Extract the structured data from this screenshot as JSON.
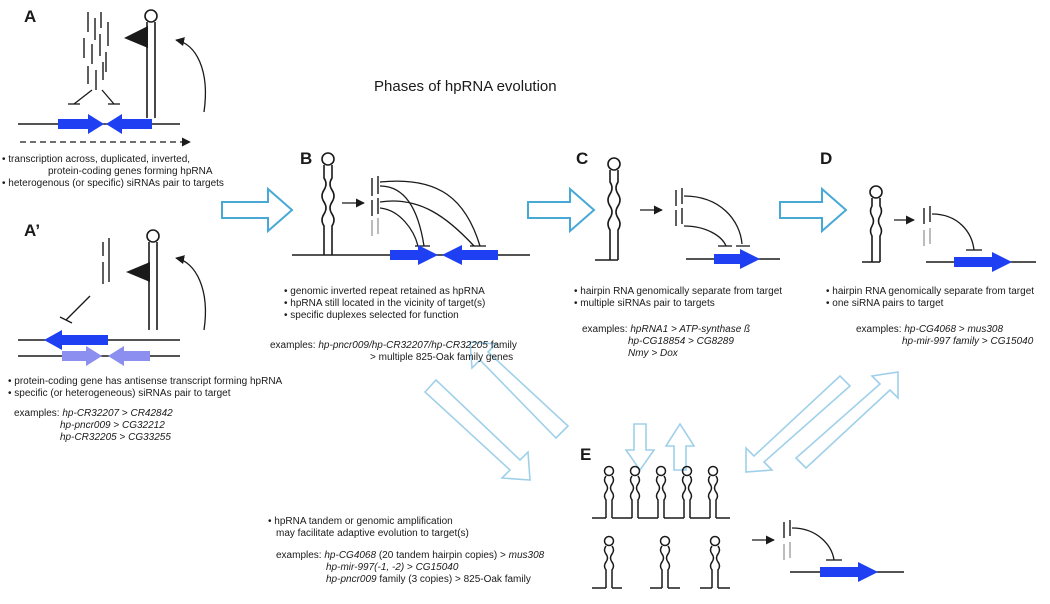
{
  "title": "Phases of hpRNA evolution",
  "colors": {
    "arrow_blue": "#1f3ff2",
    "arrow_light": "#8c8ef0",
    "phase_arrow": "#49a9d6",
    "line": "#1a1a1a",
    "gray": "#a0a0a0"
  },
  "panels": {
    "A": {
      "letter": "A",
      "bullets": [
        "• transcription across, duplicated, inverted,",
        "protein-coding genes forming hpRNA",
        "• heterogenous (or specific) siRNAs pair to targets"
      ]
    },
    "A_prime": {
      "letter": "A’",
      "bullets": [
        "• protein-coding gene has antisense transcript forming hpRNA",
        "• specific (or heterogeneous) siRNAs pair to target"
      ],
      "examples_label": "examples:",
      "examples": [
        {
          "name": "hp-CR32207",
          "sep": " > ",
          "target": "CR42842"
        },
        {
          "name": "hp-pncr009",
          "sep": " > ",
          "target": "CG32212"
        },
        {
          "name": "hp-CR32205",
          "sep": " > ",
          "target": "CG33255"
        }
      ]
    },
    "B": {
      "letter": "B",
      "bullets": [
        "• genomic inverted repeat retained as hpRNA",
        "• hpRNA still located in the vicinity of target(s)",
        "• specific duplexes selected for function"
      ],
      "examples_label": "examples:",
      "example_line1": "hp-pncr009/hp-CR32207/hp-CR32205",
      "example_line1_suffix": " family",
      "example_line2": "> multiple 825-Oak family genes"
    },
    "C": {
      "letter": "C",
      "bullets": [
        "• hairpin RNA genomically separate from target",
        "• multiple siRNAs pair to targets"
      ],
      "examples_label": "examples:",
      "examples": [
        {
          "name": "hpRNA1",
          "sep": " > ",
          "target": "ATP-synthase ß"
        },
        {
          "name": "hp-CG18854",
          "sep": " > ",
          "target": "CG8289"
        },
        {
          "name": "Nmy",
          "sep": " > ",
          "target": "Dox"
        }
      ]
    },
    "D": {
      "letter": "D",
      "bullets": [
        "• hairpin RNA genomically separate from target",
        "• one siRNA pairs to target"
      ],
      "examples_label": "examples:",
      "examples": [
        {
          "name": "hp-CG4068",
          "sep": " > ",
          "target": "mus308"
        },
        {
          "name": "hp-mir-997 family",
          "sep": " > ",
          "target": "CG15040"
        }
      ]
    },
    "E": {
      "letter": "E",
      "bullets": [
        "• hpRNA tandem or genomic amplification",
        "may facilitate adaptive evolution to target(s)"
      ],
      "examples_label": "examples:",
      "ex1_name": "hp-CG4068",
      "ex1_mid": " (20 tandem hairpin copies) > ",
      "ex1_target": "mus308",
      "ex2_name": "hp-mir-997(-1, -2)",
      "ex2_sep": " > ",
      "ex2_target": "CG15040",
      "ex3_name": "hp-pncr009",
      "ex3_rest": " family (3 copies) > 825-Oak family"
    }
  }
}
